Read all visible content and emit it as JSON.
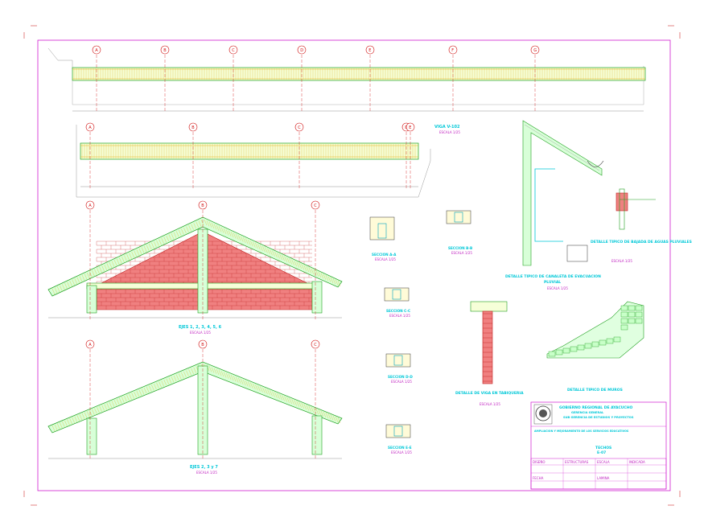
{
  "grid_labels": {
    "beam1": [
      "A",
      "B",
      "C",
      "D",
      "E",
      "F",
      "G"
    ],
    "beam2": [
      "A",
      "B",
      "C",
      "D",
      "E"
    ],
    "truss": [
      "A",
      "B",
      "C"
    ]
  },
  "viga_label": "VIGA V-102",
  "scale": "ESCALA 1/25",
  "sections": [
    {
      "title": "SECCION A-A",
      "scale": "ESCALA 1/25"
    },
    {
      "title": "SECCION B-B",
      "scale": "ESCALA 1/25"
    },
    {
      "title": "SECCION C-C",
      "scale": "ESCALA 1/25"
    },
    {
      "title": "SECCION D-D",
      "scale": "ESCALA 1/25"
    },
    {
      "title": "SECCION E-E",
      "scale": "ESCALA 1/25"
    },
    {
      "title": "SECCION F-F",
      "scale": "ESCALA 1/25"
    }
  ],
  "truss1_title": "EJES 1, 2, 3, 4, 5, 6",
  "truss2_title": "EJES 2, 3 y 7",
  "parapet_title": "DETALLE DE VIGA EN TABIQUERIA",
  "gutter_title": "DETALLE TIPICO DE CANALETA DE EVACUACION",
  "gutter_sub": "PLUVIAL",
  "pluvial_title": "DETALLE TIPICO DE BAJADA DE AGUAS PLUVIALES",
  "brick_title": "DETALLE TIPICO DE MUROS",
  "title_block": {
    "institution": "GOBIERNO REGIONAL DE AYACUCHO",
    "line2": "GERENCIA GENERAL",
    "line3": "SUB GERENCIA DE ESTUDIOS Y PROYECTOS",
    "project": "AMPLIACION Y MEJORAMIENTO DE LOS SERVICIOS EDUCATIVOS",
    "sheet_title": "TECHOS",
    "sheet_code": "E-07",
    "cells": [
      "DISEÑO",
      "ESTRUCTURAS",
      "ESCALA",
      "INDICADA",
      "FECHA",
      "LAMINA"
    ]
  }
}
